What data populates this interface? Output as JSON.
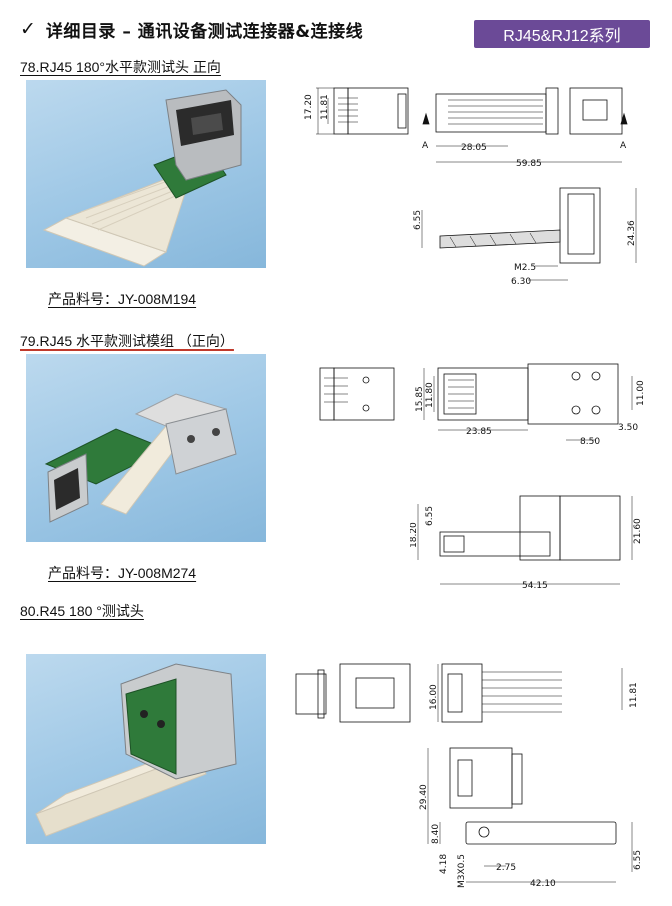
{
  "header": {
    "check": "✓",
    "title": "详细目录 – 通讯设备测试连接器&连接线",
    "series": "RJ45&RJ12系列"
  },
  "sections": [
    {
      "title": "78.RJ45 180°水平款测试头 正向",
      "part_no": "产品料号：JY-008M194",
      "dims": {
        "d1": "17.20",
        "d2": "11.81",
        "a_left": "A",
        "a_right": "A",
        "d3": "28.05",
        "d4": "59.85",
        "d5": "6.55",
        "d6": "24.36",
        "d7": "M2.5",
        "d8": "6.30"
      }
    },
    {
      "title": "79.RJ45 水平款测试模组 （正向）",
      "part_no": "产品料号：JY-008M274",
      "dims": {
        "d1": "15.85",
        "d2": "11.80",
        "d3": "23.85",
        "d4": "11.00",
        "d5": "3.50",
        "d6": "8.50",
        "d7": "18.20",
        "d8": "6.55",
        "d9": "21.60",
        "d10": "54.15"
      }
    },
    {
      "title": "80.R45 180 °测试头",
      "dims": {
        "d1": "16.00",
        "d2": "11.81",
        "d3": "29.40",
        "d4": "8.40",
        "d5": "4.18",
        "d6": "M3X0.5",
        "d7": "2.75",
        "d8": "42.10",
        "d9": "6.55"
      }
    }
  ]
}
